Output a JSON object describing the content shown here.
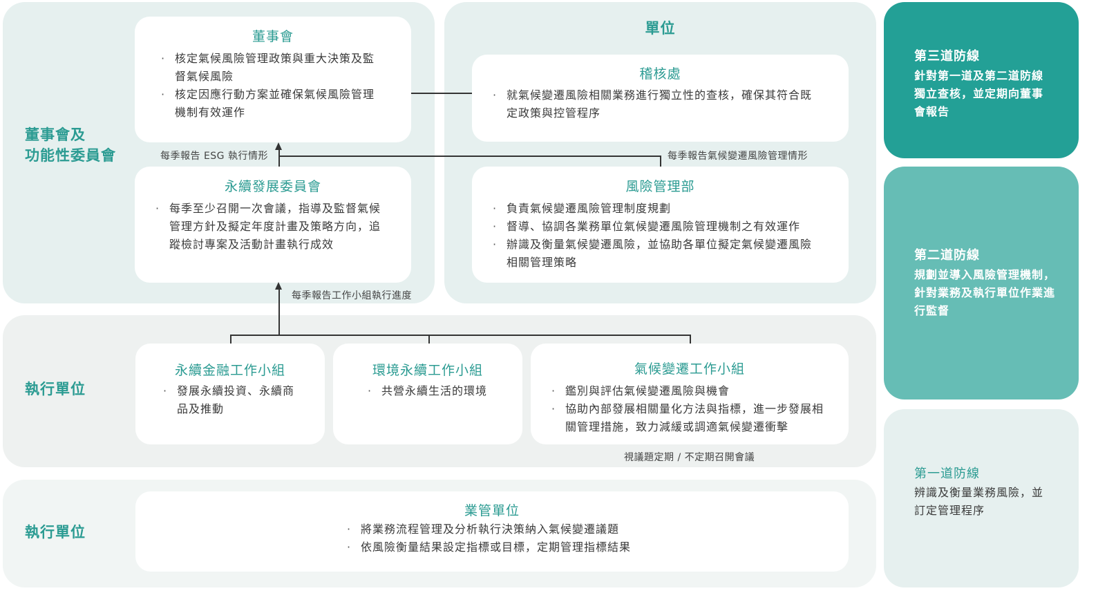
{
  "colors": {
    "accent": "#2b9b92",
    "line3_bg": "#23a096",
    "line2_bg": "#66bdb5",
    "line1_bg": "#e6f0ef",
    "panel_mint": "#e6f0ef",
    "panel_grey": "#eef1f0"
  },
  "board_section": {
    "label_line1": "董事會及",
    "label_line2": "功能性委員會",
    "board": {
      "title": "董事會",
      "bullets": [
        {
          "line1": "核定氣候風險管理政策與重大決策及監",
          "line2": "督氣候風險"
        },
        {
          "line1": "核定因應行動方案並確保氣候風險管理",
          "line2": "機制有效運作"
        }
      ]
    },
    "esg_report_label": "每季報告 ESG 執行情形",
    "committee": {
      "title": "永續發展委員會",
      "bullets": [
        {
          "line1": "每季至少召開一次會議，指導及監督氣候",
          "line2": "管理方針及擬定年度計畫及策略方向，追",
          "line3": "蹤檢討專案及活動計畫執行成效"
        }
      ]
    },
    "workgroup_report_label": "每季報告工作小組執行進度"
  },
  "unit_section": {
    "header": "單位",
    "audit": {
      "title": "稽核處",
      "bullets": [
        {
          "line1": "就氣候變遷風險相關業務進行獨立性的查核，確保其符合既",
          "line2": "定政策與控管程序"
        }
      ]
    },
    "risk_report_label": "每季報告氣候變遷風險管理情形",
    "risk_dept": {
      "title": "風險管理部",
      "bullets": [
        {
          "line1": "負責氣候變遷風險管理制度規劃"
        },
        {
          "line1": "督導、協調各業務單位氣候變遷風險管理機制之有效運作"
        },
        {
          "line1": "辦識及衡量氣候變遷風險，並協助各單位擬定氣候變遷風險",
          "line2": "相關管理策略"
        }
      ]
    }
  },
  "execution_section": {
    "label": "執行單位",
    "groups": [
      {
        "title": "永續金融工作小組",
        "bullets": [
          {
            "line1": "發展永續投資、永續商",
            "line2": "品及推動"
          }
        ]
      },
      {
        "title": "環境永續工作小組",
        "bullets": [
          {
            "line1": "共營永續生活的環境"
          }
        ]
      },
      {
        "title": "氣候變遷工作小組",
        "bullets": [
          {
            "line1": "鑑別與評估氣候變遷風險與機會"
          },
          {
            "line1": "協助內部發展相關量化方法與指標，進一步發展相",
            "line2": "關管理措施，致力減緩或調適氣候變遷衝擊"
          }
        ]
      }
    ],
    "meeting_note": "視議題定期 / 不定期召開會議"
  },
  "business_section": {
    "label": "執行單位",
    "unit": {
      "title": "業管單位",
      "bullets": [
        {
          "line1": "將業務流程管理及分析執行決策納入氣候變遷議題"
        },
        {
          "line1": "依風險衡量結果設定指標或目標，定期管理指標結果"
        }
      ]
    }
  },
  "defense_lines": [
    {
      "title": "第三道防線",
      "lines": [
        "針對第一道及第二道防線",
        "獨立查核，並定期向董事",
        "會報告"
      ]
    },
    {
      "title": "第二道防線",
      "lines": [
        "規劃並導入風險管理機制，",
        "針對業務及執行單位作業進",
        "行監督"
      ]
    },
    {
      "title": "第一道防線",
      "lines": [
        "辨識及衡量業務風險，並",
        "訂定管理程序"
      ]
    }
  ]
}
